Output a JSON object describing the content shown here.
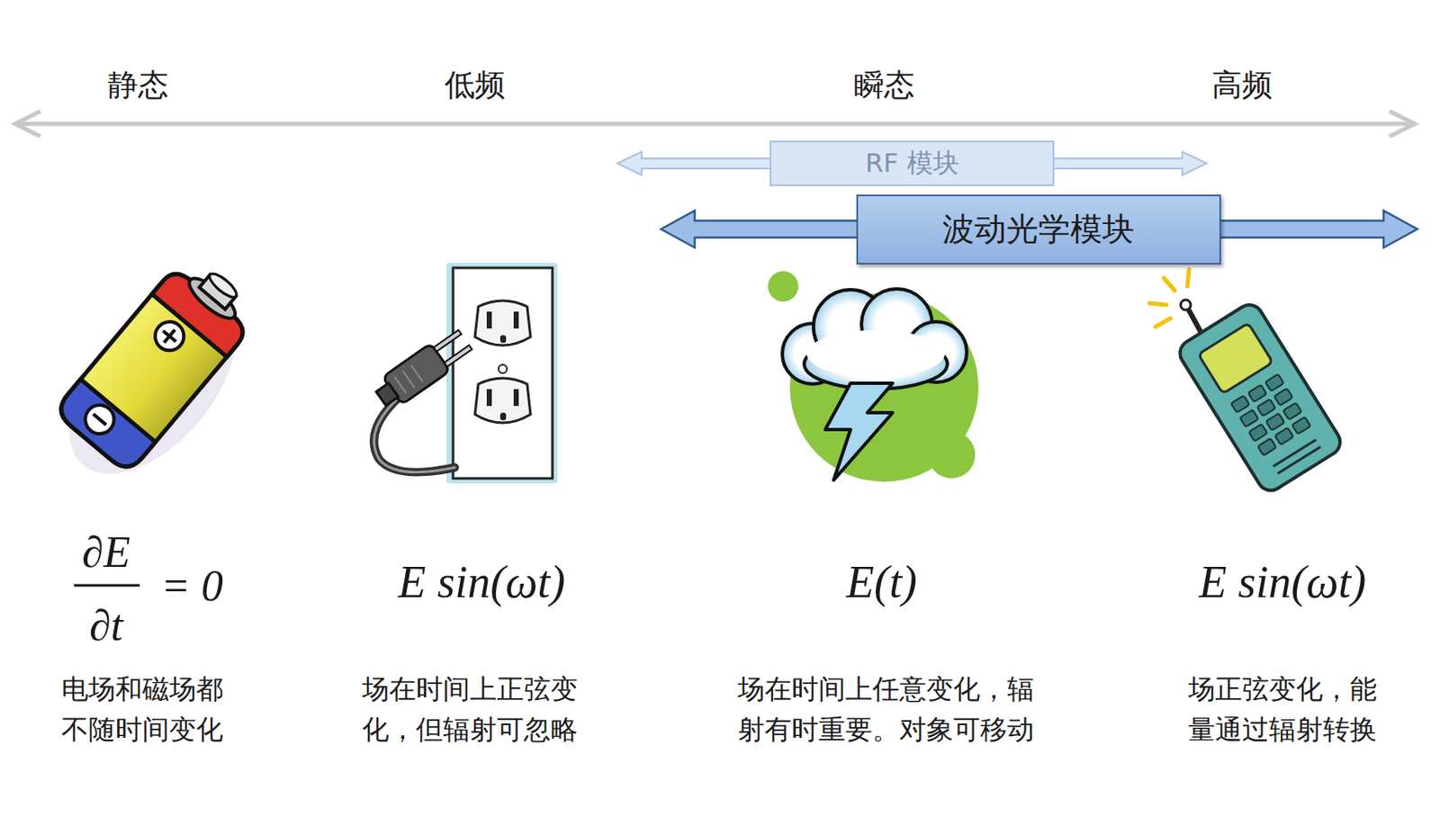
{
  "diagram": {
    "nodes": [
      {
        "text": [
          "RF 模块"
        ]
      },
      {
        "text": [
          "波动光学模块"
        ]
      }
    ],
    "edges": [],
    "labels": [
      "静态",
      "低频",
      "瞬态",
      "高频",
      "∂E",
      "∂t",
      "= 0",
      "E sin(ωt)",
      "E(t)",
      "E sin(ωt)",
      "电场和磁场都 不随时间变化",
      "场在时间上正弦变 化，但辐射可忽略",
      "场在时间上任意变化，辐 射有时重要。对象可移动",
      "场正弦变化，能 量通过辐射转换"
    ]
  }
}
